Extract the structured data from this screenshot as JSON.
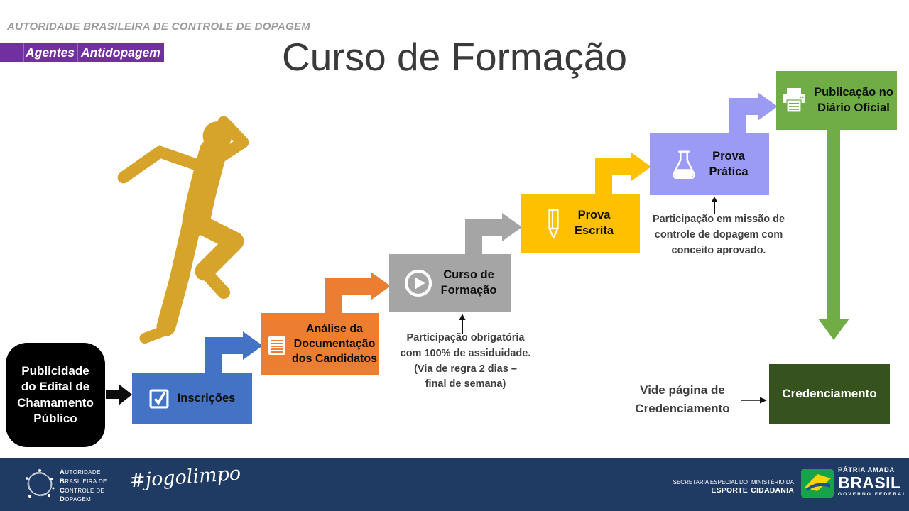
{
  "header": {
    "org": "AUTORIDADE BRASILEIRA DE CONTROLE DE DOPAGEM",
    "badge_left": "Agentes",
    "badge_right": "Antidopagem",
    "title": "Curso de Formação"
  },
  "steps": {
    "publicidade": {
      "lines": [
        "Publicidade",
        "do Edital de",
        "Chamamento",
        "Público"
      ]
    },
    "inscricoes": {
      "label": "Inscrições",
      "icon": "checkbox-icon"
    },
    "analise": {
      "lines": [
        "Análise da",
        "Documentação",
        "dos Candidatos"
      ],
      "icon": "notepad-icon"
    },
    "curso": {
      "lines": [
        "Curso de",
        "Formação"
      ],
      "icon": "play-icon"
    },
    "prova_escrita": {
      "lines": [
        "Prova",
        "Escrita"
      ],
      "icon": "pencil-icon"
    },
    "prova_pratica": {
      "lines": [
        "Prova",
        "Prática"
      ],
      "icon": "flask-icon"
    },
    "publicacao": {
      "lines": [
        "Publicação no",
        "Diário Oficial"
      ],
      "icon": "printer-icon"
    },
    "credenciamento": {
      "label": "Credenciamento"
    }
  },
  "annotations": {
    "curso_note": {
      "lines": [
        "Participação obrigatória",
        "com 100% de assiduidade.",
        "(Via de regra 2 dias –",
        "final de semana)"
      ]
    },
    "pratica_note": {
      "lines": [
        "Participação em missão de",
        "controle de dopagem com",
        "conceito aprovado."
      ]
    },
    "vide_note": {
      "lines": [
        "Vide página de",
        "Credenciamento"
      ]
    }
  },
  "footer": {
    "abcd_lines": [
      "Autoridade",
      "Brasileira de",
      "Controle de",
      "Dopagem"
    ],
    "hashtag": "#jogolimpo",
    "secretaria_top": "SECRETARIA ESPECIAL DO",
    "secretaria_bottom": "ESPORTE",
    "ministerio_top": "MINISTÉRIO DA",
    "ministerio_bottom": "CIDADANIA",
    "brand_top": "PÁTRIA AMADA",
    "brand_main": "BRASIL",
    "brand_bottom": "GOVERNO FEDERAL"
  },
  "colors": {
    "badge_purple": "#7030A0",
    "step_blue": "#4472C4",
    "step_orange": "#ED7D31",
    "step_gray": "#A5A5A5",
    "step_yellow": "#FFC000",
    "step_lavender": "#9B9BF5",
    "step_green": "#70AD47",
    "credential_dark_green": "#35521F",
    "step_black": "#000000",
    "runner_gold": "#D6A32B",
    "footer_navy": "#1F3A63"
  }
}
